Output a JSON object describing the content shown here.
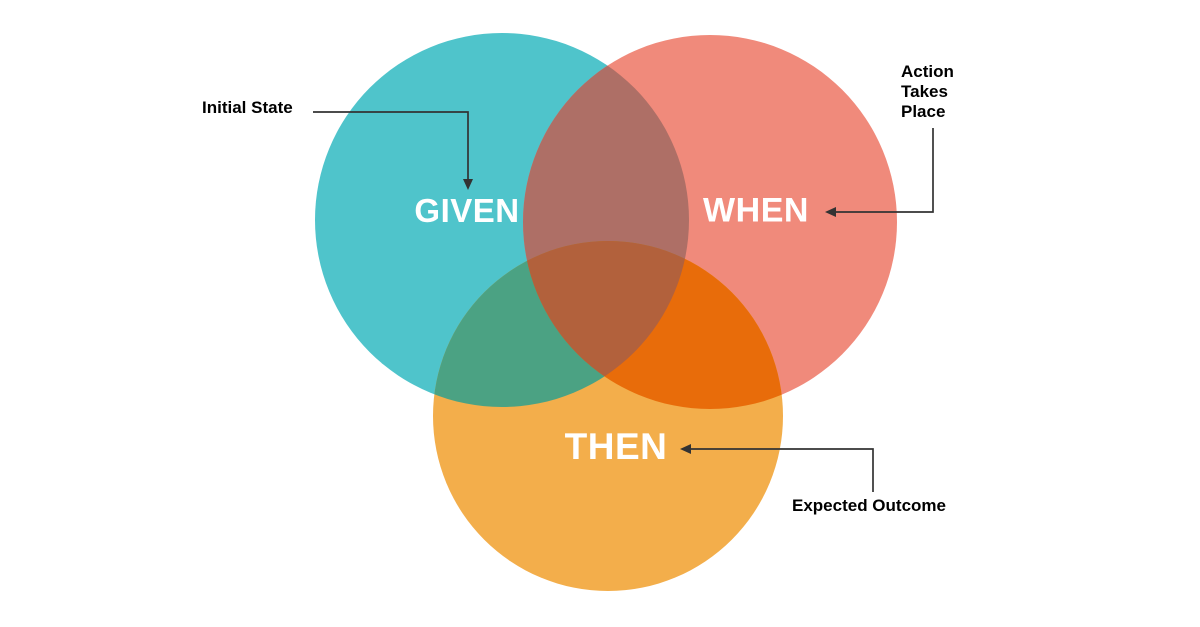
{
  "background": "#ffffff",
  "diagram": {
    "type": "venn",
    "circles": [
      {
        "id": "given",
        "label": "GIVEN",
        "color": "#4FC4CB"
      },
      {
        "id": "when",
        "label": "WHEN",
        "color": "#F08A7B"
      },
      {
        "id": "then",
        "label": "THEN",
        "color": "#F3AE4B"
      }
    ],
    "overlaps": {
      "given_when": "#AE6F66",
      "given_then": "#4BA283",
      "when_then": "#E86C0A",
      "center": "#B2613C"
    },
    "annotations": {
      "initial_state": "Initial State",
      "action_lines": [
        "Action",
        "Takes",
        "Place"
      ],
      "expected_outcome": "Expected Outcome"
    },
    "label_color": "#ffffff",
    "annotation_color": "#000000",
    "connector_color": "#333333"
  }
}
